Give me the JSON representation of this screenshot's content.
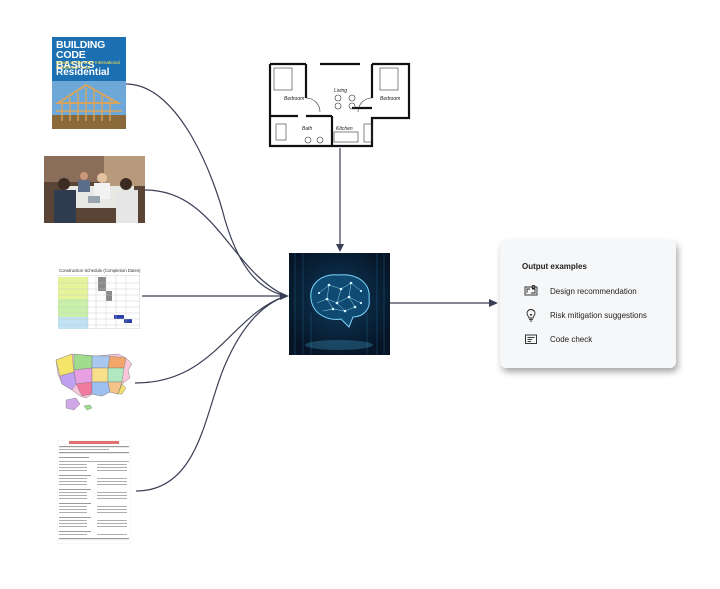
{
  "inputs": {
    "book": {
      "title_line1": "BUILDING",
      "title_line2": "CODE BASICS",
      "subtitle": "Based on the 2021 International Residential Code",
      "edition": "Residential"
    },
    "schedule": {
      "caption": "Construction Schedule (Completion Dates)"
    }
  },
  "floorplan": {
    "rooms": {
      "bedroom_left": "Bedroom",
      "living": "Living",
      "bedroom_right": "Bedroom",
      "bath": "Bath",
      "kitchen": "Kitchen"
    }
  },
  "output": {
    "title": "Output examples",
    "items": [
      {
        "label": "Design recommendation",
        "icon": "blueprint-icon"
      },
      {
        "label": "Risk mitigation suggestions",
        "icon": "lightbulb-icon"
      },
      {
        "label": "Code check",
        "icon": "document-check-icon"
      }
    ]
  },
  "colors": {
    "connector": "#3a3f55",
    "panel_bg": "#f6f7f8",
    "brain_bg": "#071a2e",
    "brain_glow": "#4fc3f7",
    "book_blue": "#1b6fb3"
  }
}
